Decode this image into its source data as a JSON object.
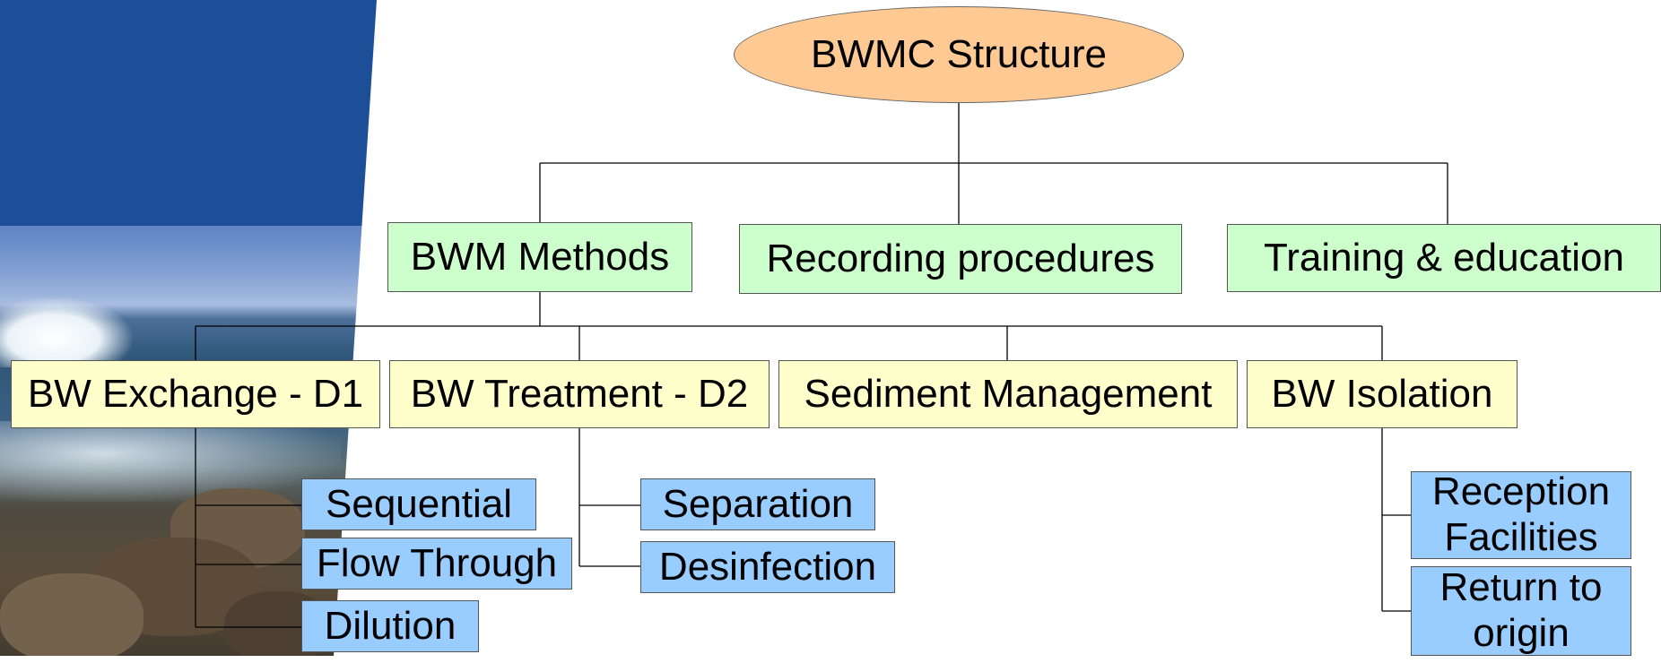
{
  "diagram": {
    "root": {
      "label": "BWMC Structure"
    },
    "level1": [
      {
        "label": "BWM Methods"
      },
      {
        "label": "Recording procedures"
      },
      {
        "label": "Training & education"
      }
    ],
    "methods": [
      {
        "label": "BW Exchange - D1"
      },
      {
        "label": "BW Treatment - D2"
      },
      {
        "label": "Sediment Management"
      },
      {
        "label": "BW Isolation"
      }
    ],
    "exchange_types": [
      {
        "label": "Sequential"
      },
      {
        "label": "Flow Through"
      },
      {
        "label": "Dilution"
      }
    ],
    "treatment_types": [
      {
        "label": "Separation"
      },
      {
        "label": "Desinfection"
      }
    ],
    "isolation_types": [
      {
        "label": "Reception Facilities"
      },
      {
        "label": "Return to origin"
      }
    ]
  },
  "colors": {
    "root_fill": "#ffc994",
    "level1_fill": "#ccffcc",
    "level2_fill": "#ffffcc",
    "level3_fill": "#99ccff",
    "panel_blue": "#1d4f98"
  }
}
